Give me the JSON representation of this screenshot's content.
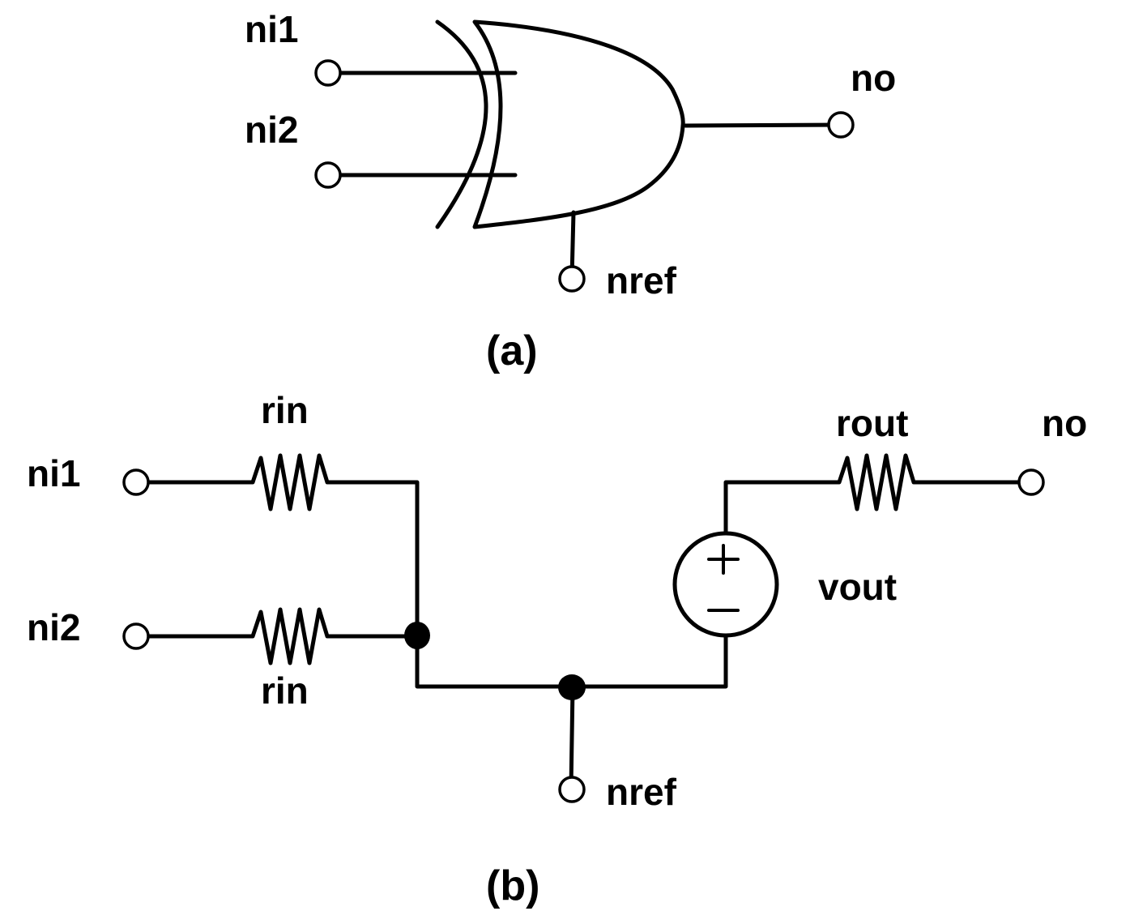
{
  "diagram_a": {
    "caption": "(a)",
    "component": "XOR gate",
    "labels": {
      "input1": "ni1",
      "input2": "ni2",
      "output": "no",
      "reference": "nref"
    }
  },
  "diagram_b": {
    "caption": "(b)",
    "labels": {
      "input1": "ni1",
      "input2": "ni2",
      "output": "no",
      "reference": "nref",
      "resistor_in_top": "rin",
      "resistor_in_bottom": "rin",
      "resistor_out": "rout",
      "voltage_source": "vout",
      "source_plus": "+",
      "source_minus": "−"
    }
  }
}
